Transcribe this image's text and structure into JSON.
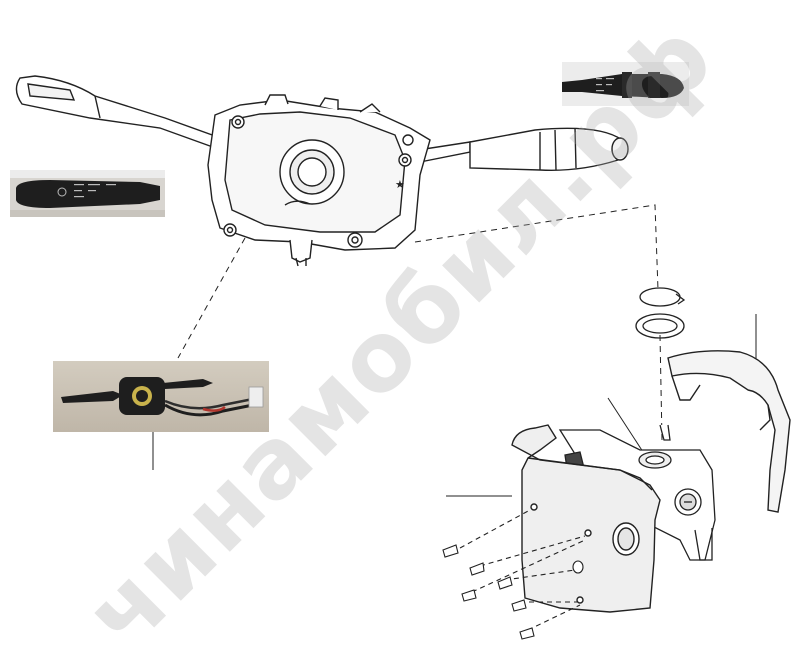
{
  "watermark": {
    "text": "чинамобил.рф",
    "color": "#aaaaaa"
  },
  "callouts": [],
  "photos": [
    {
      "id": "top-right",
      "subject": "wiper-lever-end"
    },
    {
      "id": "left",
      "subject": "light-lever-end"
    },
    {
      "id": "bottom-left",
      "subject": "combination-switch-assembly"
    }
  ],
  "colors": {
    "line": "#222222",
    "shade": "#e9e9e9",
    "photo_bg_light": "#f2f2f2",
    "photo_bg_tan": "#c9c2b6",
    "lever_black": "#1e1e1e"
  }
}
